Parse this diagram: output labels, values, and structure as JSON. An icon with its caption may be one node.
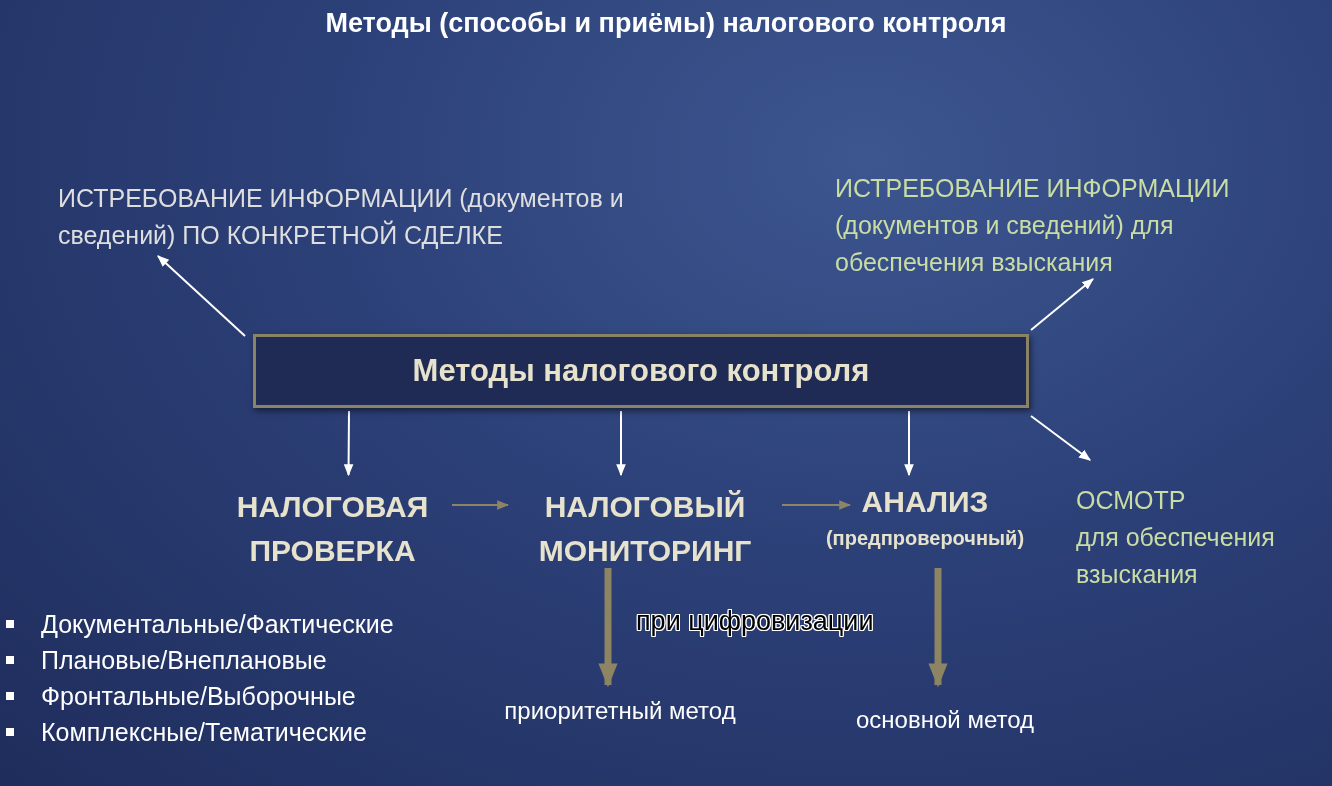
{
  "diagram": {
    "title": "Методы (способы и приёмы) налогового контроля",
    "nodes": [
      {
        "text": [
          "Методы налогового контроля"
        ]
      },
      {
        "text": [
          "ИСТРЕБОВАНИЕ ИНФОРМАЦИИ (документов и сведений) ПО КОНКРЕТНОЙ СДЕЛКЕ"
        ]
      },
      {
        "text": [
          "ИСТРЕБОВАНИЕ ИНФОРМАЦИИ (документов и сведений) для обеспечения взыскания"
        ]
      },
      {
        "text": [
          "НАЛОГОВАЯ ПРОВЕРКА"
        ]
      },
      {
        "text": [
          "НАЛОГОВЫЙ МОНИТОРИНГ"
        ]
      },
      {
        "text": [
          "АНАЛИЗ",
          "(предпроверочный)"
        ]
      },
      {
        "text": [
          "ОСМОТР",
          "для обеспечения взыскания"
        ]
      },
      {
        "text": [
          "приоритетный метод"
        ]
      },
      {
        "text": [
          "основной метод"
        ]
      }
    ],
    "edges": [
      {
        "from": 0,
        "to": 1,
        "arrow": "to"
      },
      {
        "from": 0,
        "to": 2,
        "arrow": "to"
      },
      {
        "from": 0,
        "to": 3,
        "arrow": "to"
      },
      {
        "from": 0,
        "to": 4,
        "arrow": "to"
      },
      {
        "from": 0,
        "to": 5,
        "arrow": "to"
      },
      {
        "from": 0,
        "to": 6,
        "arrow": "to"
      },
      {
        "from": 3,
        "to": 4,
        "arrow": "to",
        "color": "#8c8462"
      },
      {
        "from": 4,
        "to": 5,
        "arrow": "to",
        "color": "#8c8462"
      },
      {
        "from": 4,
        "to": 7,
        "arrow": "to",
        "style": "thick",
        "color": "#8c8462"
      },
      {
        "from": 5,
        "to": 8,
        "arrow": "to",
        "style": "thick",
        "color": "#8c8462"
      }
    ],
    "labels": [
      "при цифровизации",
      "Документальные/Фактические",
      "Плановые/Внеплановые",
      "Фронтальные/Выборочные",
      "Комплексные/Тематические"
    ]
  }
}
